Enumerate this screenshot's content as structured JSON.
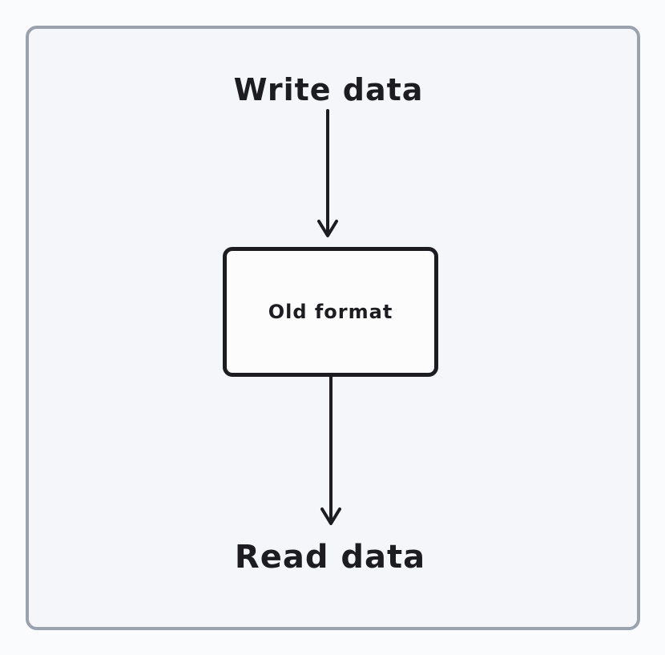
{
  "colors": {
    "page-bg": "#fafbfd",
    "frame-bg": "#f5f6f9",
    "frame-border": "#9aa2ae",
    "ink": "#1c1c21",
    "box-bg": "#fcfcfd"
  },
  "diagram": {
    "write_label": "Write data",
    "box_label": "Old format",
    "read_label": "Read data"
  },
  "icons": {
    "arrow_top": "arrow-down-icon",
    "arrow_bottom": "arrow-down-icon"
  }
}
